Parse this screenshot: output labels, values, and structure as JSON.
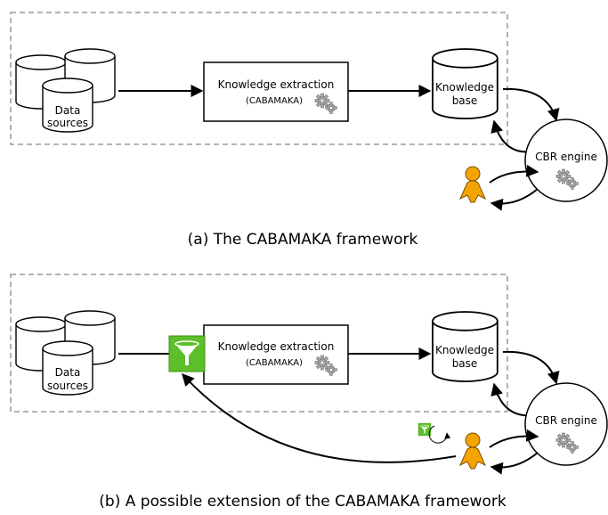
{
  "diagram_a": {
    "data_sources": [
      "Data",
      "sources"
    ],
    "extraction": [
      "Knowledge extraction",
      "(CABAMAKA)"
    ],
    "knowledge_base": [
      "Knowledge",
      "base"
    ],
    "cbr_engine": "CBR engine",
    "caption": "(a) The CABAMAKA framework"
  },
  "diagram_b": {
    "data_sources": [
      "Data",
      "sources"
    ],
    "extraction": [
      "Knowledge extraction",
      "(CABAMAKA)"
    ],
    "knowledge_base": [
      "Knowledge",
      "base"
    ],
    "cbr_engine": "CBR engine",
    "caption": "(b) A possible extension of the CABAMAKA framework"
  },
  "colors": {
    "filter_green": "#5cbf2a",
    "user_orange": "#f5a300",
    "gear_gray": "#a8a8a8"
  }
}
